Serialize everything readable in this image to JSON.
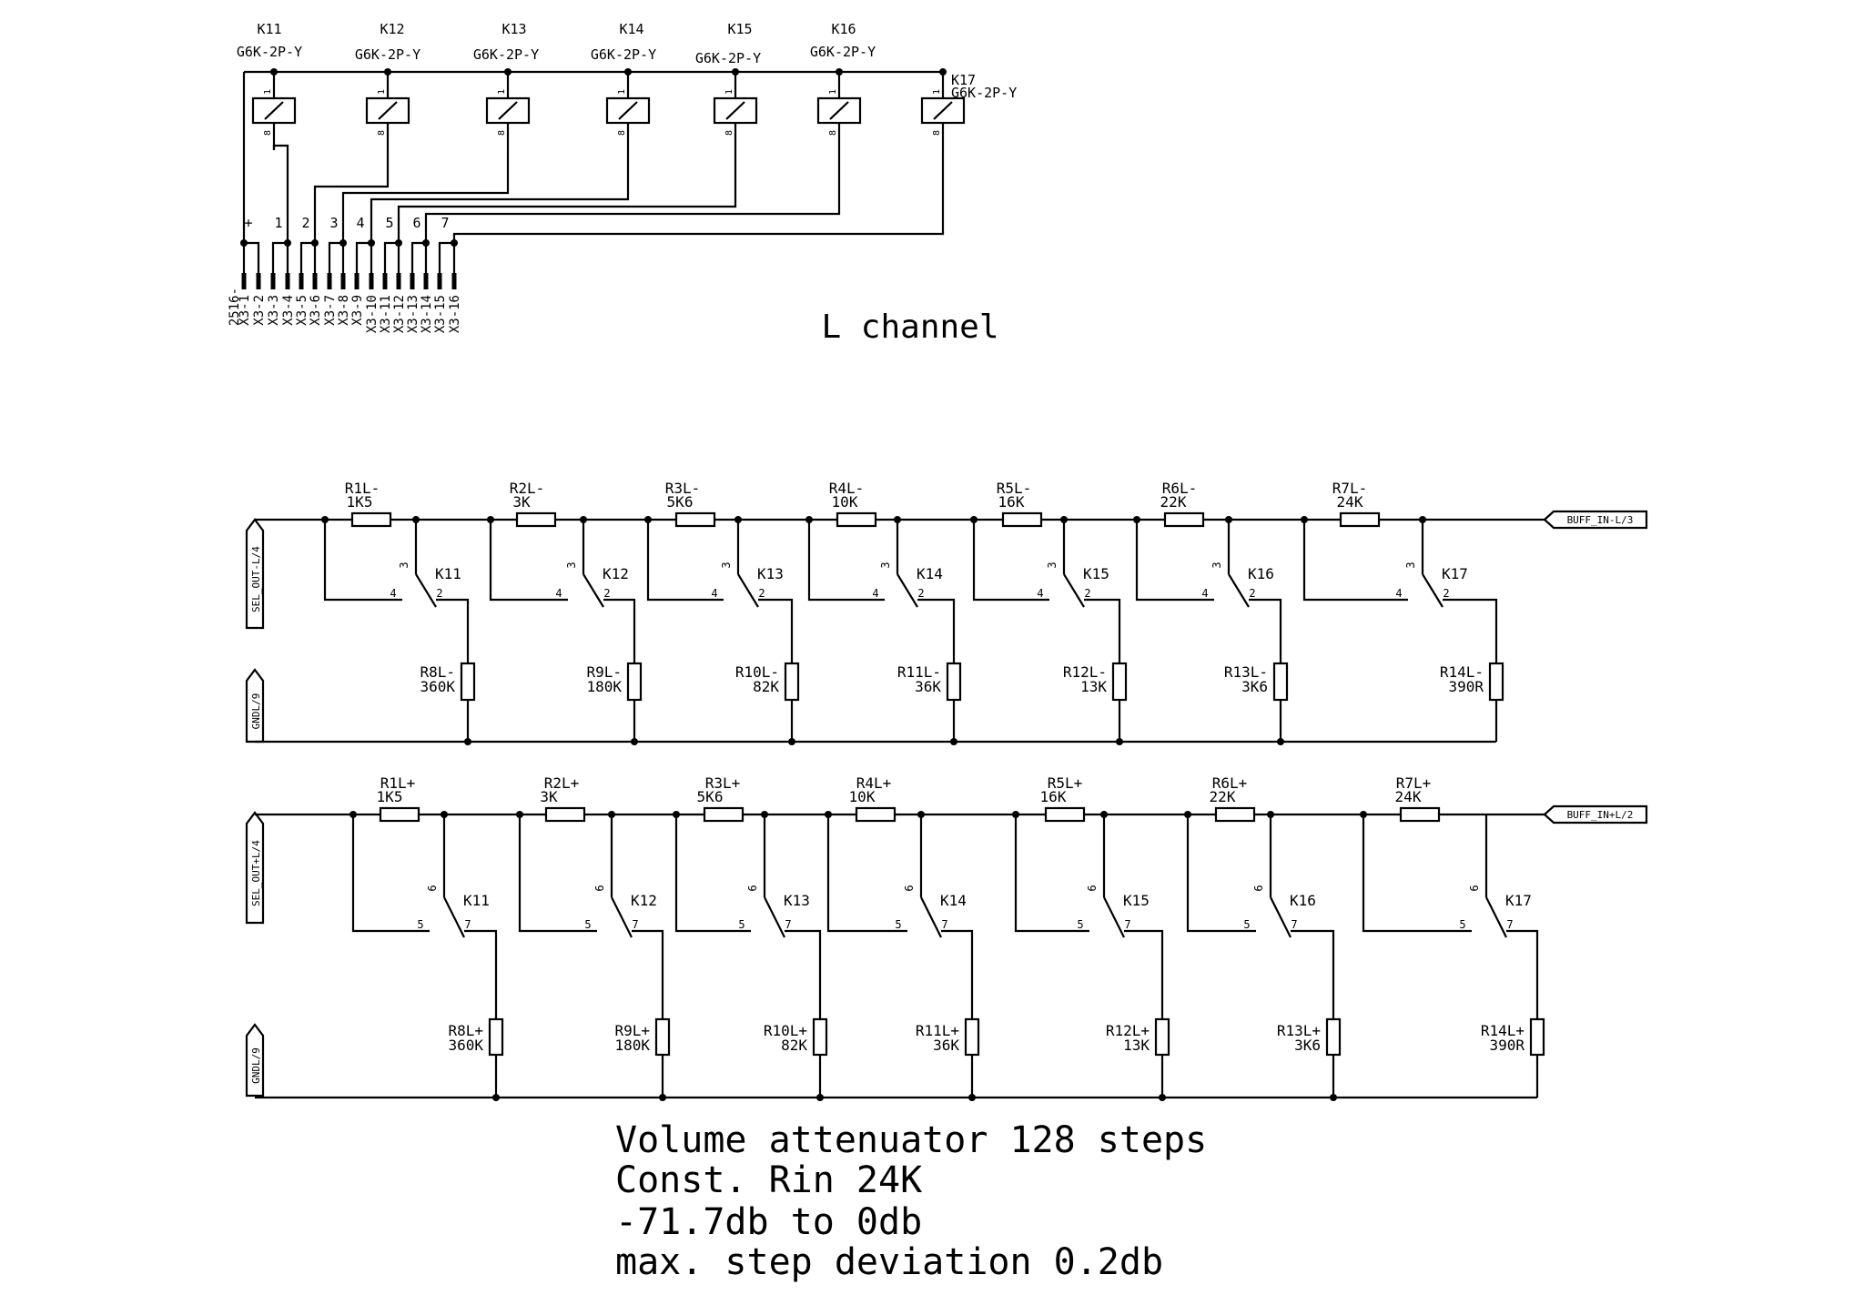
{
  "relays": [
    {
      "ref": "K11",
      "part": "G6K-2P-Y"
    },
    {
      "ref": "K12",
      "part": "G6K-2P-Y"
    },
    {
      "ref": "K13",
      "part": "G6K-2P-Y"
    },
    {
      "ref": "K14",
      "part": "G6K-2P-Y"
    },
    {
      "ref": "K15",
      "part": "G6K-2P-Y"
    },
    {
      "ref": "K16",
      "part": "G6K-2P-Y"
    },
    {
      "ref": "K17",
      "part": "G6K-2P-Y"
    }
  ],
  "coil_pins": {
    "top": "1",
    "bottom": "8"
  },
  "connector": {
    "ref": "2516-",
    "pins": [
      "X3-1",
      "X3-2",
      "X3-3",
      "X3-4",
      "X3-5",
      "X3-6",
      "X3-7",
      "X3-8",
      "X3-9",
      "X3-10",
      "X3-11",
      "X3-12",
      "X3-13",
      "X3-14",
      "X3-15",
      "X3-16"
    ],
    "signals": [
      "+",
      "1",
      "2",
      "3",
      "4",
      "5",
      "6",
      "7"
    ]
  },
  "channel_title": "L channel",
  "minus_section": {
    "series": [
      {
        "ref": "R1L-",
        "value": "1K5"
      },
      {
        "ref": "R2L-",
        "value": "3K"
      },
      {
        "ref": "R3L-",
        "value": "5K6"
      },
      {
        "ref": "R4L-",
        "value": "10K"
      },
      {
        "ref": "R5L-",
        "value": "16K"
      },
      {
        "ref": "R6L-",
        "value": "22K"
      },
      {
        "ref": "R7L-",
        "value": "24K"
      }
    ],
    "shunt": [
      {
        "ref": "R8L-",
        "value": "360K"
      },
      {
        "ref": "R9L-",
        "value": "180K"
      },
      {
        "ref": "R10L-",
        "value": "82K"
      },
      {
        "ref": "R11L-",
        "value": "36K"
      },
      {
        "ref": "R12L-",
        "value": "13K"
      },
      {
        "ref": "R13L-",
        "value": "3K6"
      },
      {
        "ref": "R14L-",
        "value": "390R"
      }
    ],
    "contact_pins": [
      "3",
      "4",
      "2"
    ],
    "out_label": "SEL_OUT-L/4",
    "gnd_label": "GNDL/9",
    "in_label": "BUFF_IN-L/3"
  },
  "plus_section": {
    "series": [
      {
        "ref": "R1L+",
        "value": "1K5"
      },
      {
        "ref": "R2L+",
        "value": "3K"
      },
      {
        "ref": "R3L+",
        "value": "5K6"
      },
      {
        "ref": "R4L+",
        "value": "10K"
      },
      {
        "ref": "R5L+",
        "value": "16K"
      },
      {
        "ref": "R6L+",
        "value": "22K"
      },
      {
        "ref": "R7L+",
        "value": "24K"
      }
    ],
    "shunt": [
      {
        "ref": "R8L+",
        "value": "360K"
      },
      {
        "ref": "R9L+",
        "value": "180K"
      },
      {
        "ref": "R10L+",
        "value": "82K"
      },
      {
        "ref": "R11L+",
        "value": "36K"
      },
      {
        "ref": "R12L+",
        "value": "13K"
      },
      {
        "ref": "R13L+",
        "value": "3K6"
      },
      {
        "ref": "R14L+",
        "value": "390R"
      }
    ],
    "contact_pins": [
      "6",
      "5",
      "7"
    ],
    "out_label": "SEL_OUT+L/4",
    "gnd_label": "GNDL/9",
    "in_label": "BUFF_IN+L/2"
  },
  "notes": [
    "Volume attenuator 128 steps",
    "Const. Rin 24K",
    "-71.7db to 0db",
    "max. step deviation 0.2db"
  ]
}
